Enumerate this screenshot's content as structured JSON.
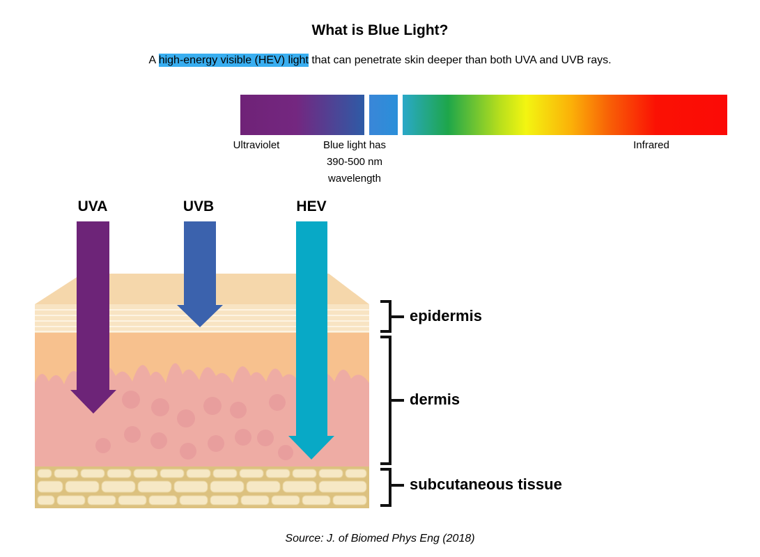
{
  "header": {
    "title": "What is Blue Light?",
    "subtitle_prefix": "A ",
    "subtitle_highlight": "high-energy visible (HEV) light",
    "subtitle_suffix": " that can penetrate skin deeper than both UVA and UVB rays."
  },
  "spectrum": {
    "ultraviolet_label": "Ultraviolet",
    "blue_light_label_lines": [
      "Blue light has",
      "390-500 nm",
      "wavelength"
    ],
    "infrared_label": "Infrared"
  },
  "rays": [
    {
      "label": "UVA",
      "color": "#6d2478"
    },
    {
      "label": "UVB",
      "color": "#3b62ad"
    },
    {
      "label": "HEV",
      "color": "#08a9c6"
    }
  ],
  "layers": [
    {
      "label": "epidermis"
    },
    {
      "label": "dermis"
    },
    {
      "label": "subcutaneous tissue"
    }
  ],
  "source": "Source: J. of Biomed Phys Eng (2018)"
}
